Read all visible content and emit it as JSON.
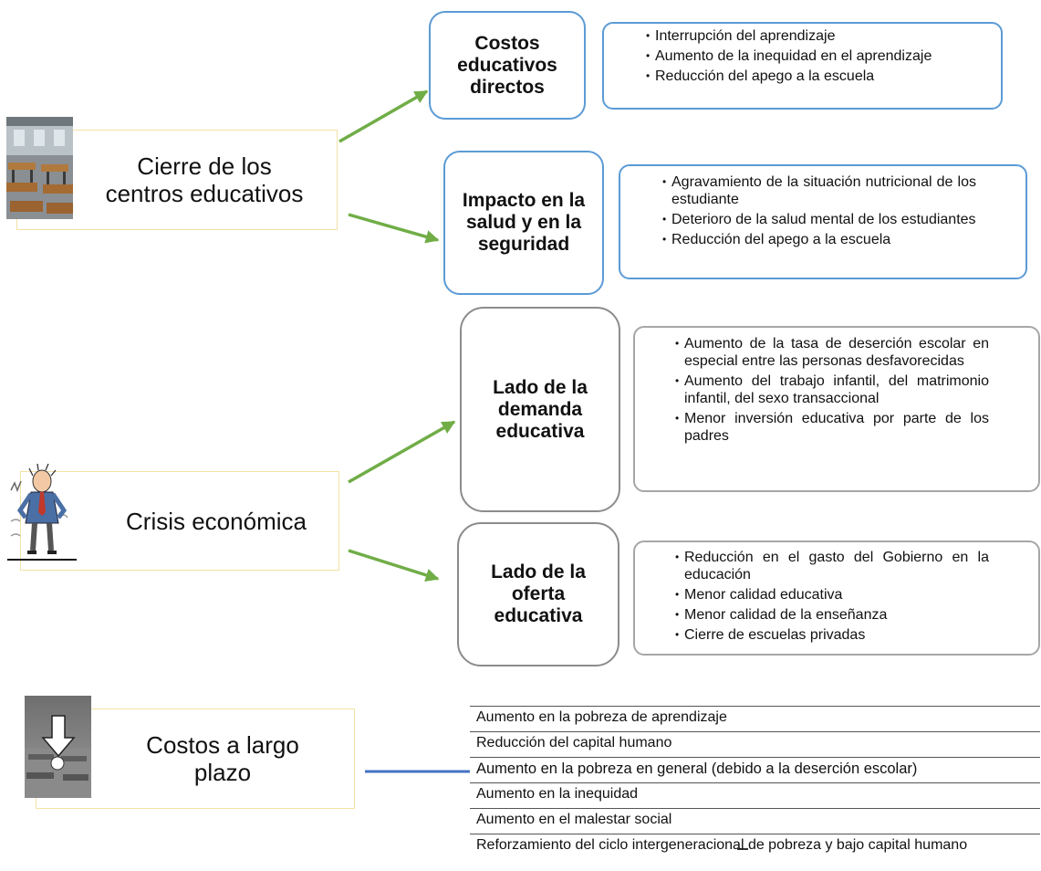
{
  "sections": [
    {
      "label": "Cierre de los centros educativos",
      "icon": "classroom-photo-icon",
      "branches": [
        {
          "title": "Costos educativos directos",
          "items": [
            "Interrupción  del aprendizaje",
            "Aumento de la inequidad en el aprendizaje",
            "Reducción del apego a la escuela"
          ]
        },
        {
          "title": "Impacto en la salud y en la seguridad",
          "items": [
            "Agravamiento de la situación nutricional de los estudiante",
            "Deterioro de la salud mental de los estudiantes",
            "Reducción del apego a la escuela"
          ]
        }
      ]
    },
    {
      "label": "Crisis económica",
      "icon": "stressed-man-icon",
      "branches": [
        {
          "title": "Lado de la demanda educativa",
          "items": [
            "Aumento de la tasa de deserción escolar en especial entre las personas desfavorecidas",
            "Aumento del trabajo infantil, del matrimonio infantil, del sexo transaccional",
            "Menor inversión educativa por parte de los padres"
          ]
        },
        {
          "title": "Lado de la oferta educativa",
          "items": [
            "Reducción en el gasto del Gobierno en la educación",
            "Menor calidad educativa",
            "Menor calidad de la enseñanza",
            "Cierre de escuelas privadas"
          ]
        }
      ]
    },
    {
      "label": "Costos a largo plazo",
      "icon": "down-arrow-photo-icon",
      "items": [
        "Aumento en la pobreza de aprendizaje",
        "Reducción del capital humano",
        "Aumento en la pobreza en general (debido a la deserción escolar)",
        "Aumento en la inequidad",
        "Aumento en el malestar social",
        "Reforzamiento del ciclo intergeneracional de pobreza y bajo capital humano"
      ]
    }
  ],
  "colors": {
    "arrow": "#70ad47",
    "blue_border": "#5b9bd5",
    "grey_border": "#8c8c8c",
    "source_border": "#f2e2a6",
    "connector": "#4472c4"
  }
}
